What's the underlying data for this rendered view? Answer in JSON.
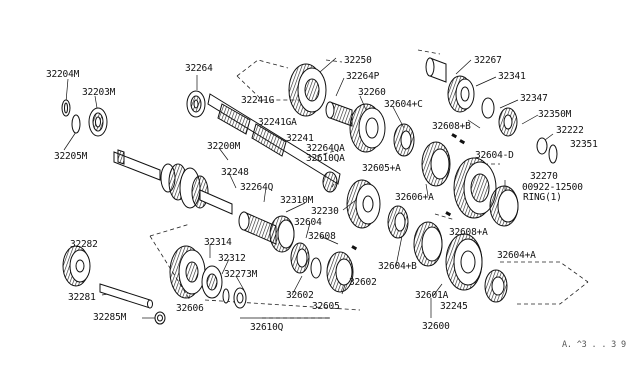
{
  "colors": {
    "ink": "#111111",
    "paper": "#ffffff",
    "hatch": "#333333"
  },
  "diagram": {
    "corner_code": "A. ^3 . . 3 9",
    "parts": {
      "p32204M": "32204M",
      "p32203M": "32203M",
      "p32205M": "32205M",
      "p32264": "32264",
      "p32250": "32250",
      "p32264P": "32264P",
      "p32260": "32260",
      "p32241G": "32241G",
      "p32241GA": "32241GA",
      "p32241": "32241",
      "p32267": "32267",
      "p32341": "32341",
      "p32347": "32347",
      "p32350M": "32350M",
      "p32222": "32222",
      "p32351": "32351",
      "p32604C": "32604+C",
      "p32608B_top": "32608+B",
      "p32200M": "32200M",
      "p32264QA": "32264QA",
      "p32610QA": "32610QA",
      "p32605A": "32605+A",
      "p32604D": "32604-D",
      "p32270": "32270",
      "p00922_12500": "00922-12500",
      "ring": "RING(1)",
      "p32248": "32248",
      "p32264Q": "32264Q",
      "p32310M": "32310M",
      "p32230": "32230",
      "p32606A": "32606+A",
      "p32282": "32282",
      "p32314": "32314",
      "p32604_mid": "32604",
      "p32608_mid": "32608",
      "p32608A": "32608+A",
      "p32312": "32312",
      "p32273M": "32273M",
      "p32602_left": "32602",
      "p32602_right": "32602",
      "p32604B": "32604+B",
      "p32604A": "32604+A",
      "p32281": "32281",
      "p32606": "32606",
      "p32605": "32605",
      "p32601A": "32601A",
      "p32245": "32245",
      "p32285M": "32285M",
      "p32610Q": "32610Q",
      "p32600": "32600"
    }
  }
}
